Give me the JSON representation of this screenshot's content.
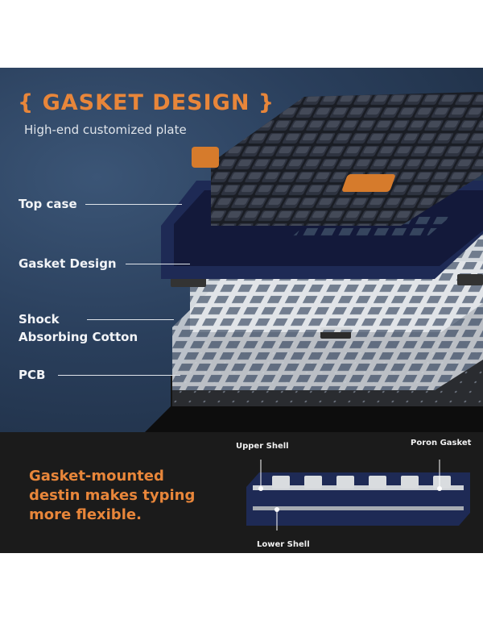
{
  "hero": {
    "headline": "{ GASKET DESIGN }",
    "subhead": "High-end customized plate",
    "layers": [
      {
        "label": "Top case"
      },
      {
        "label": "Gasket Design"
      },
      {
        "label": "Shock\nAbsorbing Cotton"
      },
      {
        "label": "PCB"
      }
    ]
  },
  "feature": {
    "lines": [
      "Gasket-mounted",
      "destin makes typing",
      "more flexible."
    ]
  },
  "cross_section": {
    "upper_shell": "Upper Shell",
    "poron_gasket": "Poron Gasket",
    "lower_shell": "Lower Shell"
  },
  "colors": {
    "accent": "#e8863a",
    "banner_blue": "#2a3f5c",
    "bottom_panel": "#1b1b1b",
    "case_navy": "#1e2a55"
  }
}
